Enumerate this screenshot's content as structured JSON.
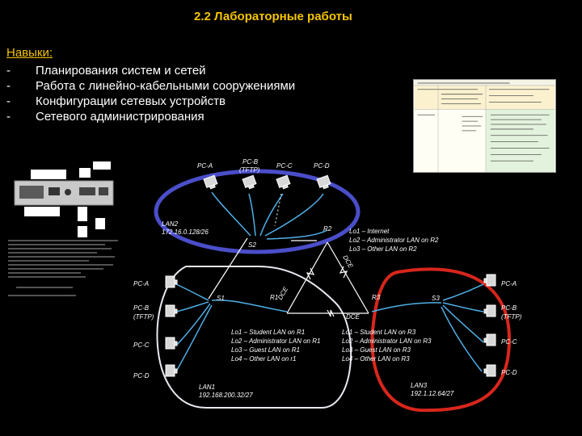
{
  "slide": {
    "title": "2.2 Лабораторные работы",
    "skills_heading": "Навыки:",
    "skills": [
      "Планирования систем и сетей",
      "Работа с линейно-кабельными сооружениями",
      "Конфигурации сетевых устройств",
      "Сетевого администрирования"
    ],
    "list_marker": "-"
  },
  "diagram": {
    "top_pcs": [
      "PC-A",
      "PC-B",
      "PC-C",
      "PC-D"
    ],
    "top_pc_b_sub": "(TFTP)",
    "lan2_name": "LAN2",
    "lan2_net": "172.16.0.128/26",
    "s2": "S2",
    "r2": "R2",
    "r2_loopbacks": [
      "Lo1 – Internet",
      "Lo2 – Administrator LAN on R2",
      "Lo3 – Other LAN on R2"
    ],
    "dce_top": "DCE",
    "dce_left": "DCE",
    "dce_bottom": "DCE",
    "r1": "R1",
    "s1": "S1",
    "r3": "R3",
    "s3": "S3",
    "left_pcs": [
      "PC-A",
      "PC-B",
      "PC-C",
      "PC-D"
    ],
    "left_pc_b_sub": "(TFTP)",
    "right_pcs": [
      "PC-A",
      "PC-B",
      "PC-C",
      "PC-D"
    ],
    "right_pc_b_sub": "(TFTP)",
    "r1_loopbacks": [
      "Lo1 – Student LAN on R1",
      "Lo2 – Administrator LAN on R1",
      "Lo3 – Guest LAN on R1",
      "Lo4 – Other LAN on r1"
    ],
    "r3_loopbacks": [
      "Lo1 – Student LAN on R3",
      "Lo2 – Administrator LAN on R3",
      "Lo3 – Guest LAN on R3",
      "Lo4 – Other LAN on R3"
    ],
    "lan1_name": "LAN1",
    "lan1_net": "192.168.200.32/27",
    "lan3_name": "LAN3",
    "lan3_net": "192.1.12.64/27"
  },
  "colors": {
    "accent": "#f5c400",
    "lan2_ellipse": "#4a4ec9",
    "lan1_ellipse": "#e8e8f0",
    "lan3_ellipse": "#d8261c",
    "link_blue": "#4fb0e8"
  }
}
